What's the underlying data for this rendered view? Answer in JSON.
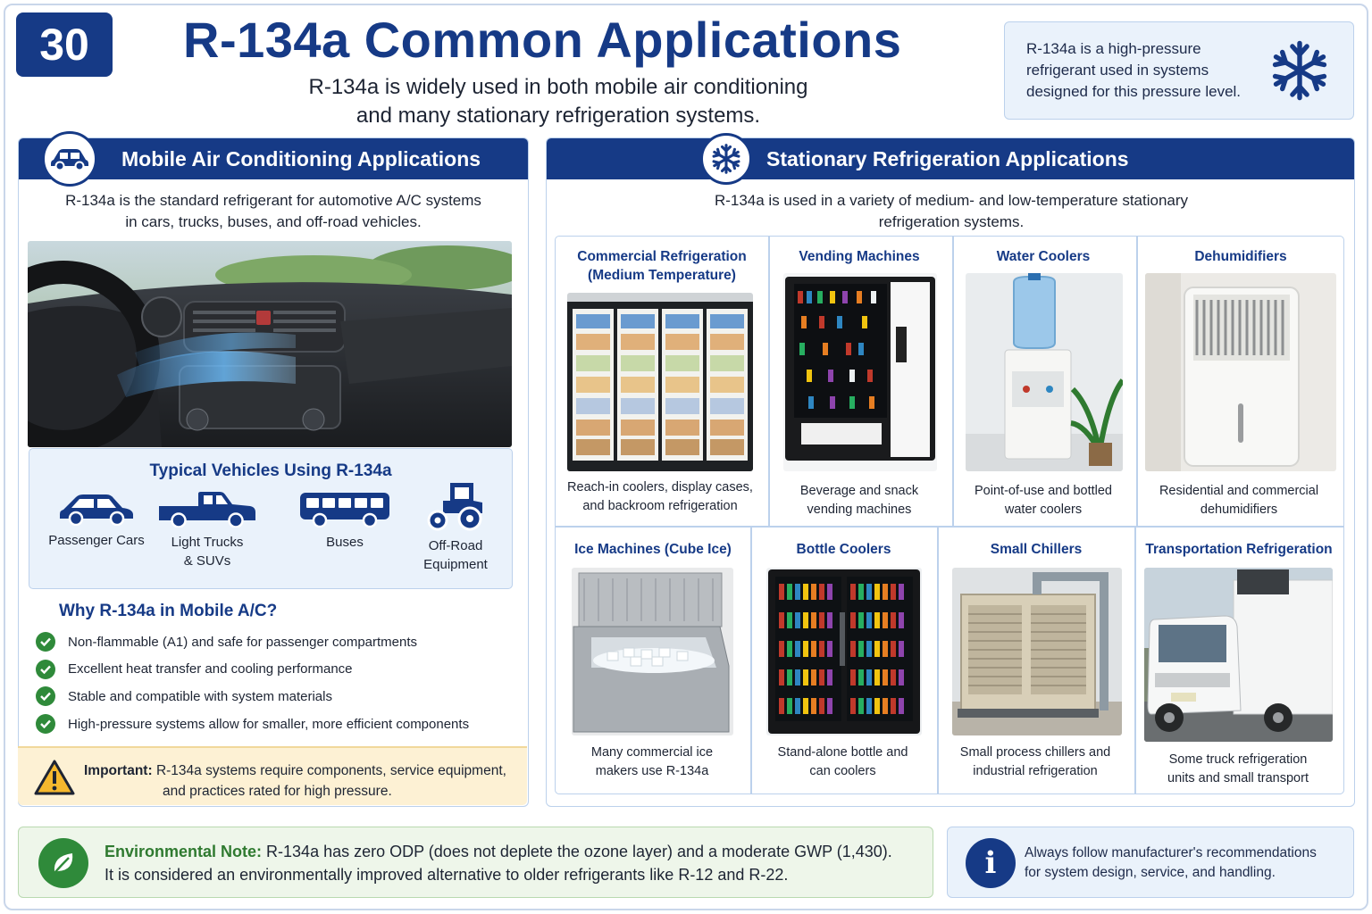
{
  "header": {
    "badge": "30",
    "title": "R-134a Common Applications",
    "subtitle_line1": "R-134a is widely used in both mobile air conditioning",
    "subtitle_line2": "and many stationary refrigeration systems.",
    "note_line1": "R-134a is a high-pressure",
    "note_line2": "refrigerant used in systems",
    "note_line3": "designed for this pressure level.",
    "note_icon": "snowflake-icon"
  },
  "mobile": {
    "title": "Mobile Air Conditioning Applications",
    "icon": "car-icon",
    "intro_line1": "R-134a is the standard refrigerant for automotive A/C systems",
    "intro_line2": "in cars, trucks, buses, and off-road vehicles.",
    "vehicles_title": "Typical Vehicles Using R-134a",
    "vehicles": [
      {
        "label": "Passenger Cars",
        "label2": "",
        "icon": "car-icon"
      },
      {
        "label": "Light Trucks",
        "label2": "& SUVs",
        "icon": "pickup-truck-icon"
      },
      {
        "label": "Buses",
        "label2": "",
        "icon": "bus-icon"
      },
      {
        "label": "Off-Road",
        "label2": "Equipment",
        "icon": "tractor-icon"
      }
    ],
    "why_title": "Why R-134a in Mobile A/C?",
    "why_items": [
      "Non-flammable (A1) and safe for passenger compartments",
      "Excellent heat transfer and cooling performance",
      "Stable and compatible with system materials",
      "High-pressure systems allow for smaller, more efficient components"
    ],
    "important_label": "Important:",
    "important_line1": "R-134a systems require components, service equipment,",
    "important_line2": "and practices rated for high pressure."
  },
  "stationary": {
    "title": "Stationary Refrigeration Applications",
    "icon": "snowflake-icon",
    "intro_line1": "R-134a is used in a variety of medium- and low-temperature stationary",
    "intro_line2": "refrigeration systems.",
    "cells": [
      {
        "title1": "Commercial Refrigeration",
        "title2": "(Medium Temperature)",
        "cap1": "Reach-in coolers, display cases,",
        "cap2": "and backroom refrigeration"
      },
      {
        "title1": "Vending Machines",
        "title2": "",
        "cap1": "Beverage and snack",
        "cap2": "vending machines"
      },
      {
        "title1": "Water Coolers",
        "title2": "",
        "cap1": "Point-of-use and bottled",
        "cap2": "water coolers"
      },
      {
        "title1": "Dehumidifiers",
        "title2": "",
        "cap1": "Residential and commercial",
        "cap2": "dehumidifiers"
      },
      {
        "title1": "Ice Machines (Cube Ice)",
        "title2": "",
        "cap1": "Many commercial ice",
        "cap2": "makers use R-134a"
      },
      {
        "title1": "Bottle Coolers",
        "title2": "",
        "cap1": "Stand-alone bottle and",
        "cap2": "can coolers"
      },
      {
        "title1": "Small Chillers",
        "title2": "",
        "cap1": "Small process chillers and",
        "cap2": "industrial refrigeration"
      },
      {
        "title1": "Transportation Refrigeration",
        "title2": "",
        "cap1": "Some truck refrigeration",
        "cap2": "units and small transport"
      }
    ]
  },
  "footer": {
    "env_label": "Environmental Note:",
    "env_line1": "R-134a has zero ODP (does not deplete the ozone layer) and a moderate GWP (1,430).",
    "env_line2": "It is considered an environmentally improved alternative to older refrigerants like R-12 and R-22.",
    "env_icon": "leaf-icon",
    "info_line1": "Always follow manufacturer's recommendations",
    "info_line2": "for system design, service, and handling.",
    "info_icon": "info-icon"
  },
  "colors": {
    "navy": "#163a86",
    "light_blue": "#eaf2fb",
    "green": "#2f8a3a",
    "warning_bg": "#fdf1d4"
  }
}
